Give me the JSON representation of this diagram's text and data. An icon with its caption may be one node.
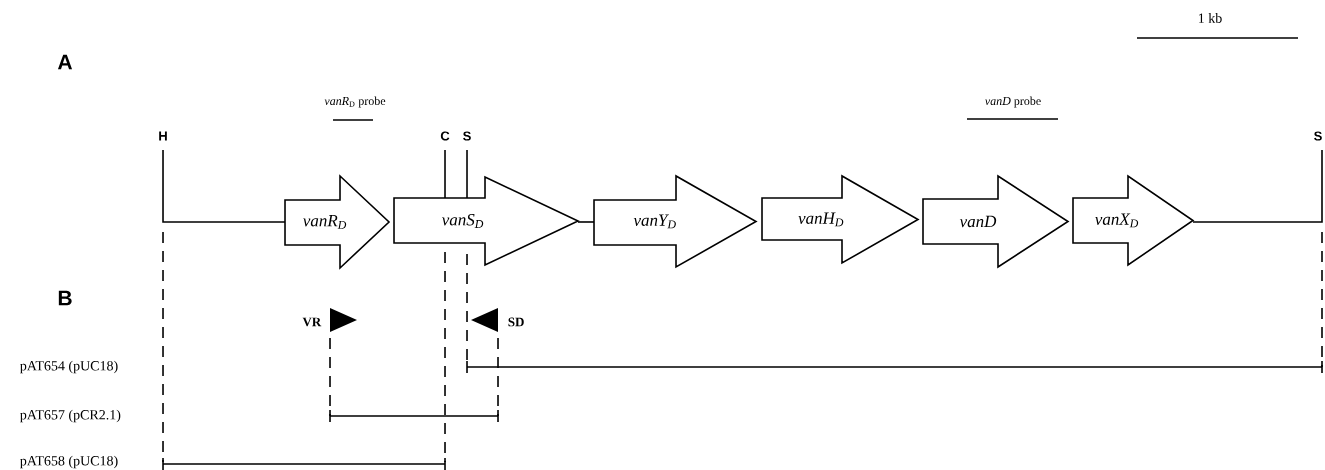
{
  "diagram": {
    "nodes": [
      {
        "text": [
          "vanR$_{D}$"
        ]
      },
      {
        "text": [
          "vanS$_{D}$"
        ]
      },
      {
        "text": [
          "vanY$_{D}$"
        ]
      },
      {
        "text": [
          "vanH$_{D}$"
        ]
      },
      {
        "text": [
          "vanD"
        ]
      },
      {
        "text": [
          "vanX$_{D}$"
        ]
      },
      {
        "text": [
          "H"
        ]
      },
      {
        "text": [
          "C"
        ]
      },
      {
        "text": [
          "S"
        ]
      },
      {
        "text": [
          "S"
        ]
      }
    ],
    "edges": [
      {
        "from": 6,
        "to": 0,
        "arrow": "none"
      },
      {
        "from": 7,
        "to": 1,
        "arrow": "none"
      },
      {
        "from": 8,
        "to": 1,
        "arrow": "none"
      },
      {
        "from": 1,
        "to": 2,
        "arrow": "none"
      },
      {
        "from": 5,
        "to": 9,
        "arrow": "none"
      }
    ],
    "labels": [
      "1 kb",
      "A",
      "*vanR*$_{D}$ probe",
      "*vanD* probe",
      "B",
      "VR",
      "SD",
      "pAT654 (pUC18)",
      "pAT657 (pCR2.1)",
      "pAT658 (pUC18)"
    ]
  }
}
